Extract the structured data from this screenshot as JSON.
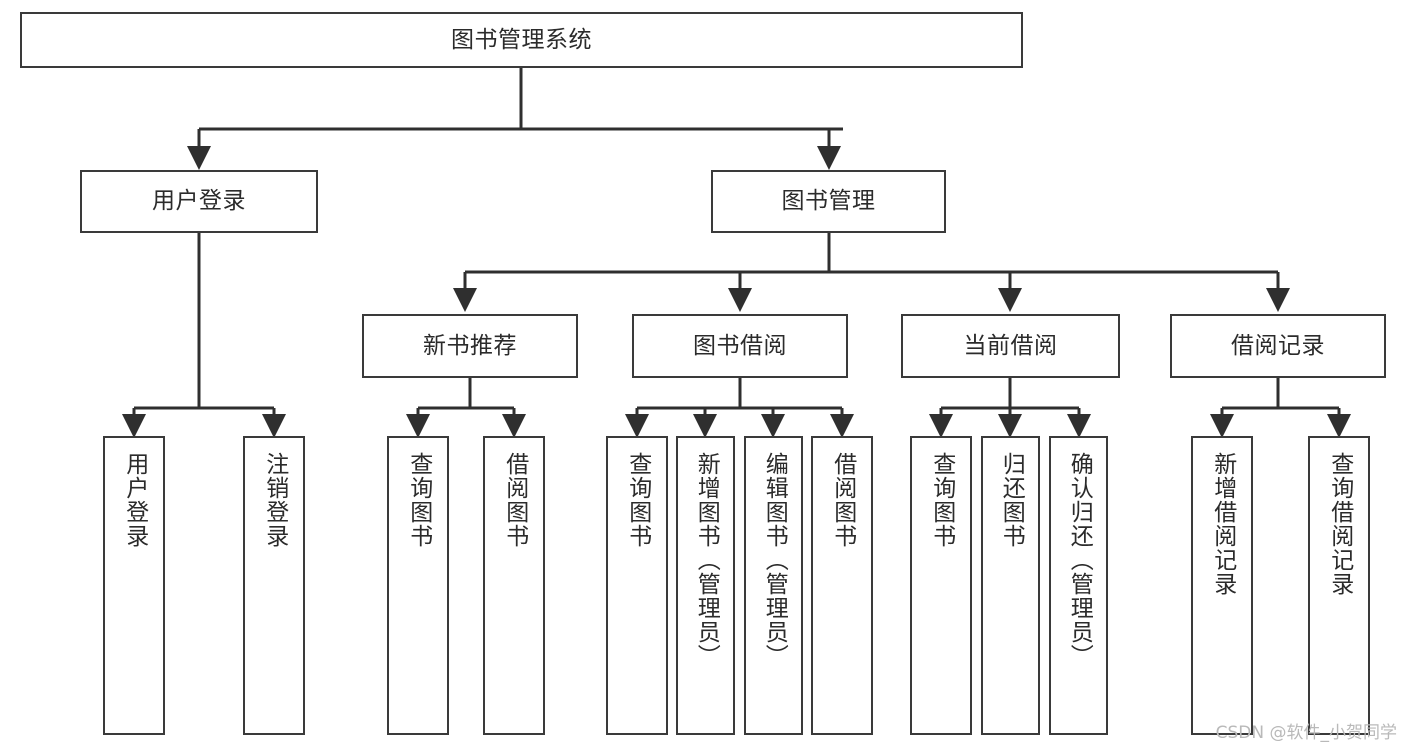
{
  "diagram": {
    "title": "图书管理系统",
    "watermark": "CSDN @软件_小贺同学",
    "colors": {
      "border": "#3a3a3a",
      "text": "#2b2b2b",
      "background": "#ffffff",
      "watermark": "#b9b9b9"
    },
    "root": {
      "label": "图书管理系统"
    },
    "level1": [
      {
        "label": "用户登录"
      },
      {
        "label": "图书管理"
      }
    ],
    "level2": [
      {
        "label": "新书推荐"
      },
      {
        "label": "图书借阅"
      },
      {
        "label": "当前借阅"
      },
      {
        "label": "借阅记录"
      }
    ],
    "leaves": {
      "user_login": [
        {
          "label": "用户登录"
        },
        {
          "label": "注销登录"
        }
      ],
      "new_books": [
        {
          "label": "查询图书"
        },
        {
          "label": "借阅图书"
        }
      ],
      "book_borrow": [
        {
          "label": "查询图书"
        },
        {
          "label": "新增图书（管理员）"
        },
        {
          "label": "编辑图书（管理员）"
        },
        {
          "label": "借阅图书"
        }
      ],
      "current_borrow": [
        {
          "label": "查询图书"
        },
        {
          "label": "归还图书"
        },
        {
          "label": "确认归还（管理员）"
        }
      ],
      "borrow_records": [
        {
          "label": "新增借阅记录"
        },
        {
          "label": "查询借阅记录"
        }
      ]
    }
  }
}
